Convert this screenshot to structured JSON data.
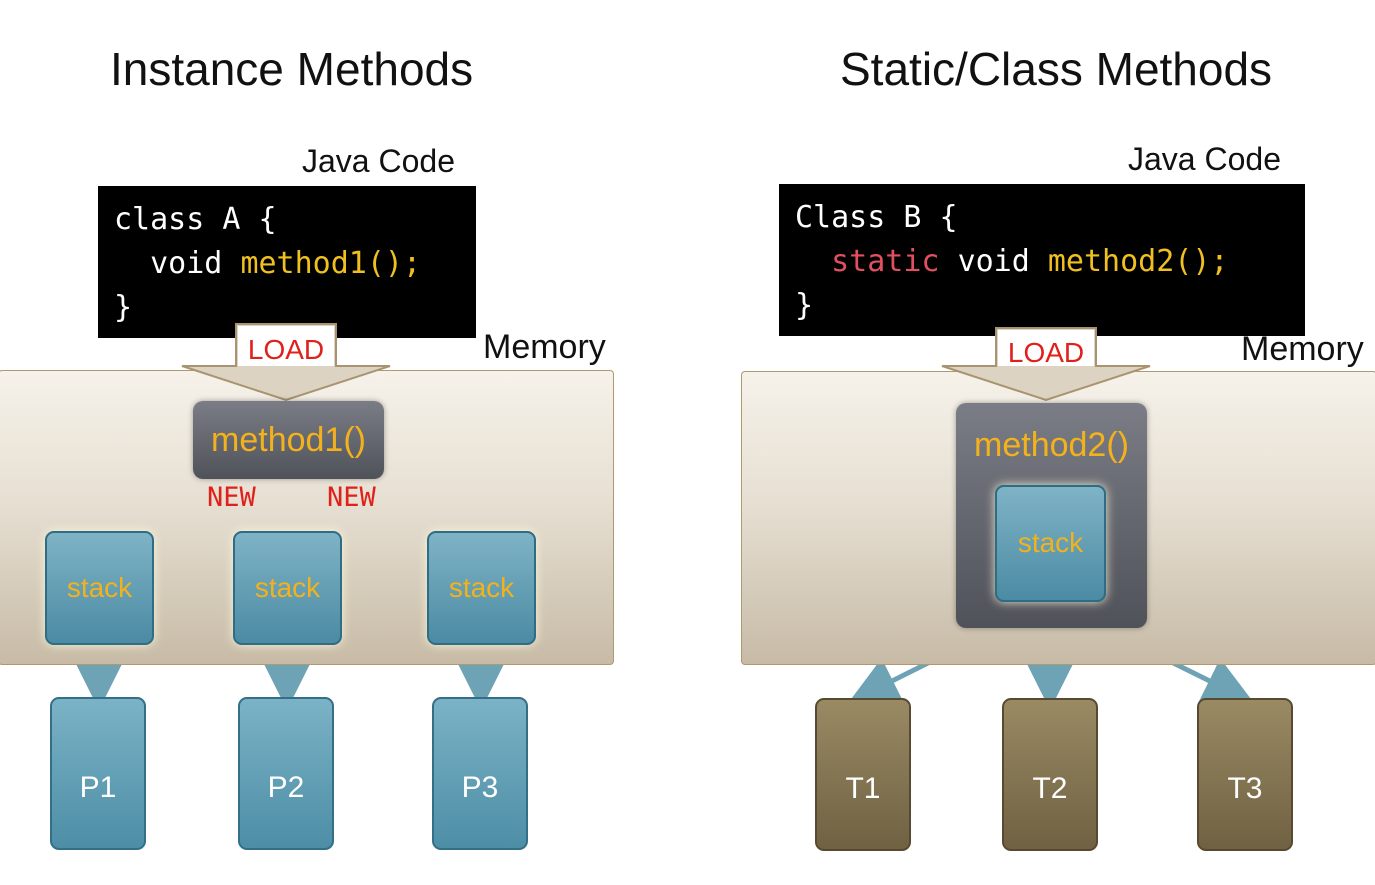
{
  "left": {
    "title": "Instance Methods",
    "java_code_label": "Java Code",
    "code": {
      "line1": "class A {",
      "line2_kw": "void ",
      "line2_fn": "method1();",
      "line3": "}"
    },
    "load_label": "LOAD",
    "memory_label": "Memory",
    "method_label": "method1()",
    "new_labels": [
      "NEW",
      "NEW"
    ],
    "stacks": [
      "stack",
      "stack",
      "stack"
    ],
    "processes": [
      "P1",
      "P2",
      "P3"
    ]
  },
  "right": {
    "title": "Static/Class Methods",
    "java_code_label": "Java Code",
    "code": {
      "line1": "Class B {",
      "line2_st": "static ",
      "line2_kw": "void ",
      "line2_fn": "method2();",
      "line3": "}"
    },
    "load_label": "LOAD",
    "memory_label": "Memory",
    "method_label": "method2()",
    "stack_label": "stack",
    "threads": [
      "T1",
      "T2",
      "T3"
    ]
  },
  "colors": {
    "accent_yellow": "#f3b21c",
    "load_red": "#e0201a",
    "stack_blue": "#5a97ae",
    "thread_brown": "#7f7050"
  }
}
